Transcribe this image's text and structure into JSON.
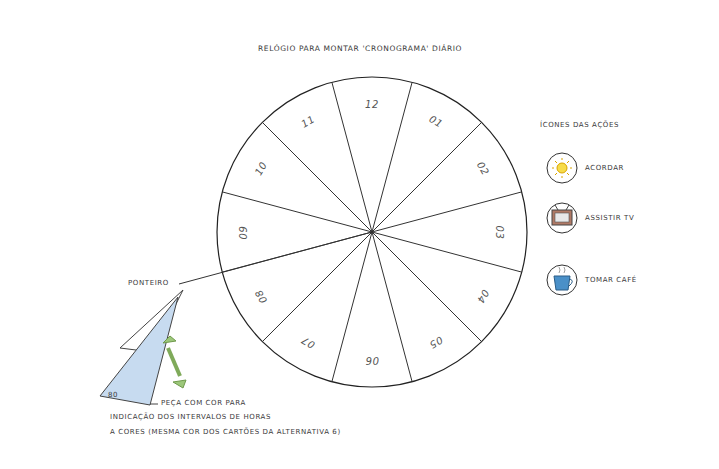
{
  "diagram": {
    "title": "RELÓGIO PARA MONTAR 'CRONOGRAMA' DIÁRIO",
    "nodes": [
      {
        "text": [
          "ACORDAR"
        ]
      },
      {
        "text": [
          "ASSISTIR TV"
        ]
      },
      {
        "text": [
          "TOMAR CAFÉ"
        ]
      }
    ],
    "labels": [
      "12",
      "01",
      "02",
      "03",
      "04",
      "05",
      "06",
      "07",
      "08",
      "09",
      "10",
      "11",
      "ÍCONES DAS AÇÕES",
      "PONTEIRO",
      "80",
      "PEÇA COM COR PARA",
      "INDICAÇÃO DOS INTERVALOS DE HORAS",
      "A CORES (MESMA COR DOS CARTÕES DA ALTERNATIVA 6)"
    ]
  }
}
